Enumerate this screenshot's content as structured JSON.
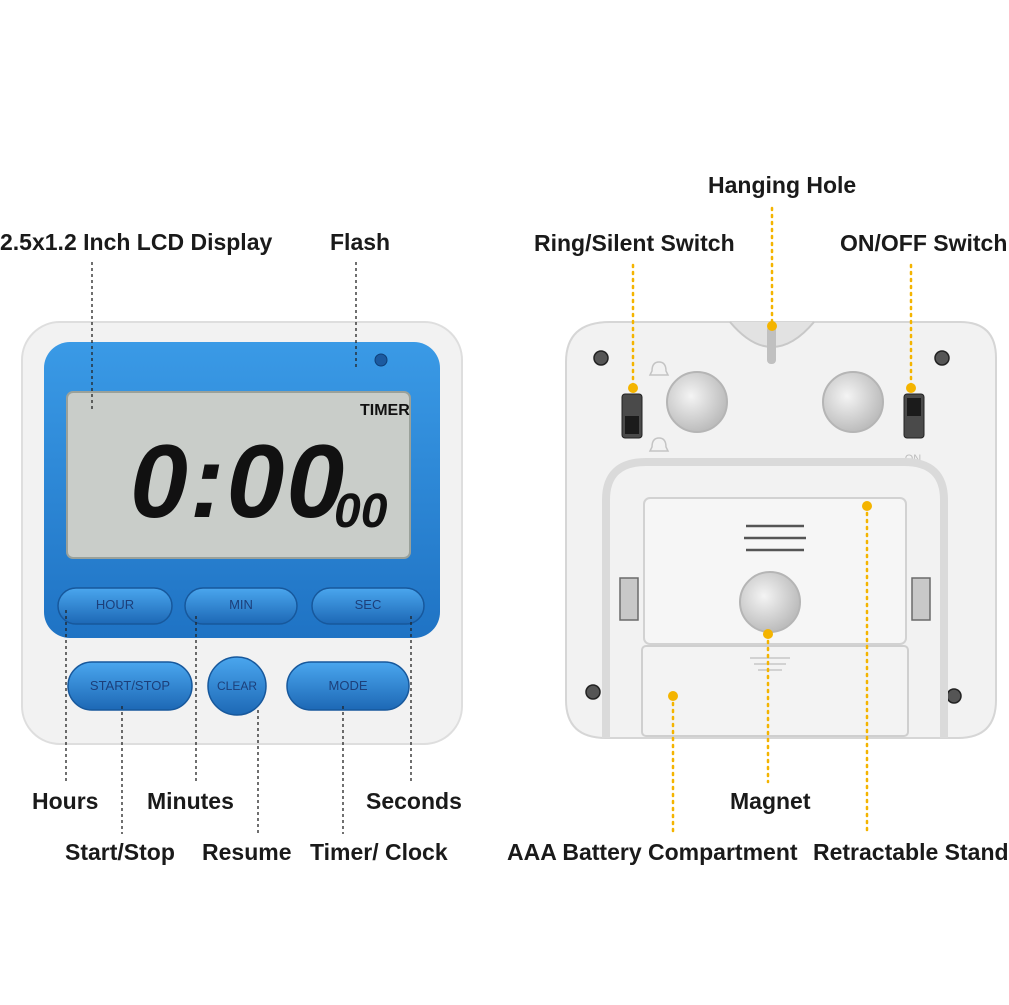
{
  "front": {
    "lcd": {
      "mode": "TIMER",
      "time": "0:00",
      "seconds": "00"
    },
    "buttons": {
      "hour": "HOUR",
      "min": "MIN",
      "sec": "SEC",
      "start_stop": "START/STOP",
      "clear": "CLEAR",
      "mode": "MODE"
    },
    "labels": {
      "display": "2.5x1.2 Inch LCD Display",
      "flash": "Flash",
      "hours": "Hours",
      "minutes": "Minutes",
      "seconds": "Seconds",
      "start_stop": "Start/Stop",
      "resume": "Resume",
      "timer_clock": "Timer/ Clock"
    }
  },
  "back": {
    "switch_marks": {
      "on": "ON"
    },
    "labels": {
      "hanging_hole": "Hanging Hole",
      "ring_silent": "Ring/Silent Switch",
      "on_off": "ON/OFF Switch",
      "magnet": "Magnet",
      "battery": "AAA Battery Compartment",
      "stand": "Retractable Stand"
    }
  },
  "colors": {
    "blue": "#2f8ad8",
    "blue_dark": "#1d68b5",
    "lcd": "#c9cdc9",
    "body": "#f4f4f4",
    "callout_dot": "#f4b400"
  }
}
